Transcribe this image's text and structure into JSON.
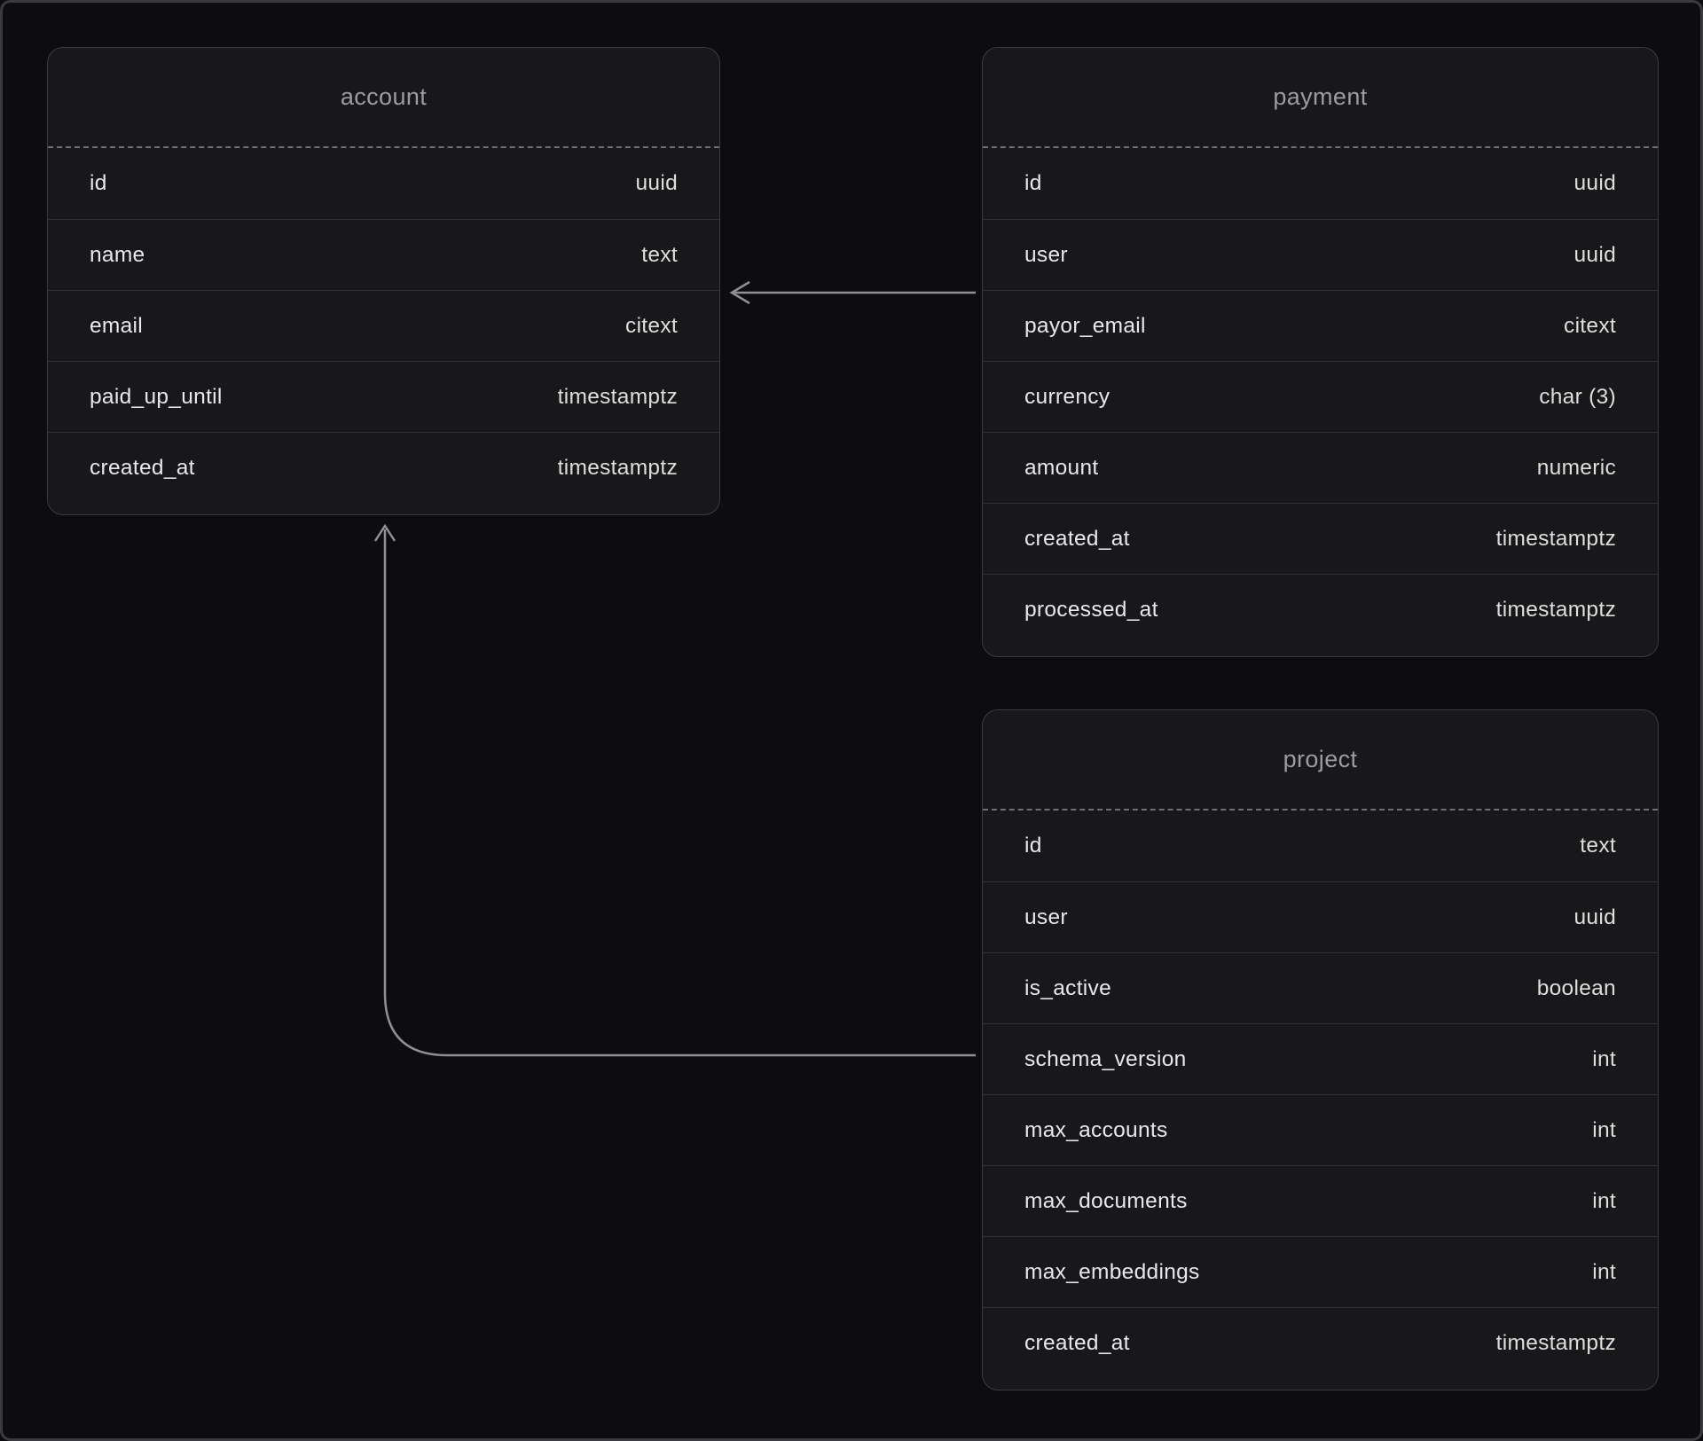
{
  "canvas": {
    "background": "#0d0d0f",
    "frame_border_color": "#3a3a40",
    "connector_color": "#8f8f94",
    "table_background": "#18181b"
  },
  "tables": [
    {
      "name": "account",
      "columns": [
        {
          "field": "id",
          "type": "uuid"
        },
        {
          "field": "name",
          "type": "text"
        },
        {
          "field": "email",
          "type": "citext"
        },
        {
          "field": "paid_up_until",
          "type": "timestamptz"
        },
        {
          "field": "created_at",
          "type": "timestamptz"
        }
      ]
    },
    {
      "name": "payment",
      "columns": [
        {
          "field": "id",
          "type": "uuid"
        },
        {
          "field": "user",
          "type": "uuid"
        },
        {
          "field": "payor_email",
          "type": "citext"
        },
        {
          "field": "currency",
          "type": "char (3)"
        },
        {
          "field": "amount",
          "type": "numeric"
        },
        {
          "field": "created_at",
          "type": "timestamptz"
        },
        {
          "field": "processed_at",
          "type": "timestamptz"
        }
      ]
    },
    {
      "name": "project",
      "columns": [
        {
          "field": "id",
          "type": "text"
        },
        {
          "field": "user",
          "type": "uuid"
        },
        {
          "field": "is_active",
          "type": "boolean"
        },
        {
          "field": "schema_version",
          "type": "int"
        },
        {
          "field": "max_accounts",
          "type": "int"
        },
        {
          "field": "max_documents",
          "type": "int"
        },
        {
          "field": "max_embeddings",
          "type": "int"
        },
        {
          "field": "created_at",
          "type": "timestamptz"
        }
      ]
    }
  ],
  "relations": [
    {
      "from": "payment",
      "to": "account"
    },
    {
      "from": "project",
      "to": "account"
    }
  ]
}
